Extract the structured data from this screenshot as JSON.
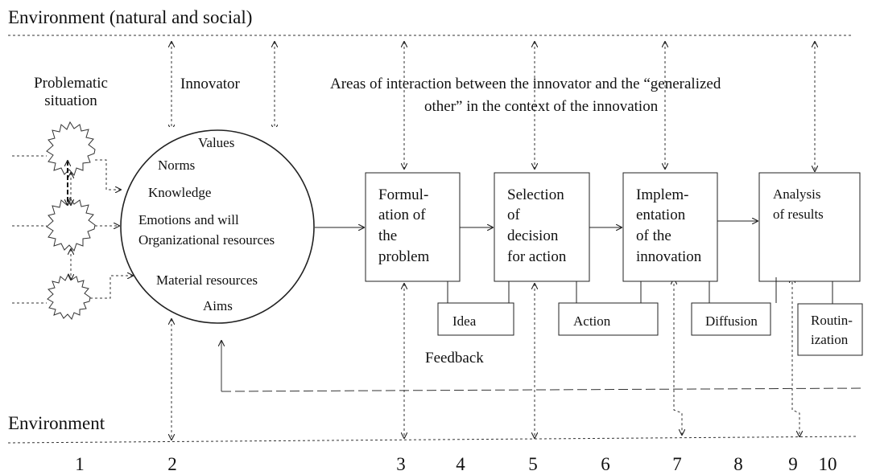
{
  "header": {
    "top_environment": "Environment (natural and social)",
    "bottom_environment": "Environment"
  },
  "labels": {
    "problematic_situation": "Problematic situation",
    "innovator": "Innovator",
    "areas_line1": "Areas of interaction between the innovator and the “generalized",
    "areas_line2": "other” in the context of the innovation",
    "feedback": "Feedback"
  },
  "innovator_items": {
    "values": "Values",
    "norms": "Norms",
    "knowledge": "Knowledge",
    "emotions": "Emotions and will",
    "org_resources": "Organizational resources",
    "material_resources": "Material resources",
    "aims": "Aims"
  },
  "stages": {
    "formulation": [
      "Formul-",
      "ation of",
      "the",
      "problem"
    ],
    "selection": [
      "Selection",
      "of",
      "decision",
      "for action"
    ],
    "implementation": [
      "Implem-",
      "entation",
      "of the",
      "innovation"
    ],
    "analysis": [
      "Analysis",
      "of results"
    ]
  },
  "outputs": {
    "idea": "Idea",
    "action": "Action",
    "diffusion": "Diffusion",
    "routinization": [
      "Routin-",
      "ization"
    ]
  },
  "numbers": [
    "1",
    "2",
    "3",
    "4",
    "5",
    "6",
    "7",
    "8",
    "9",
    "10"
  ]
}
